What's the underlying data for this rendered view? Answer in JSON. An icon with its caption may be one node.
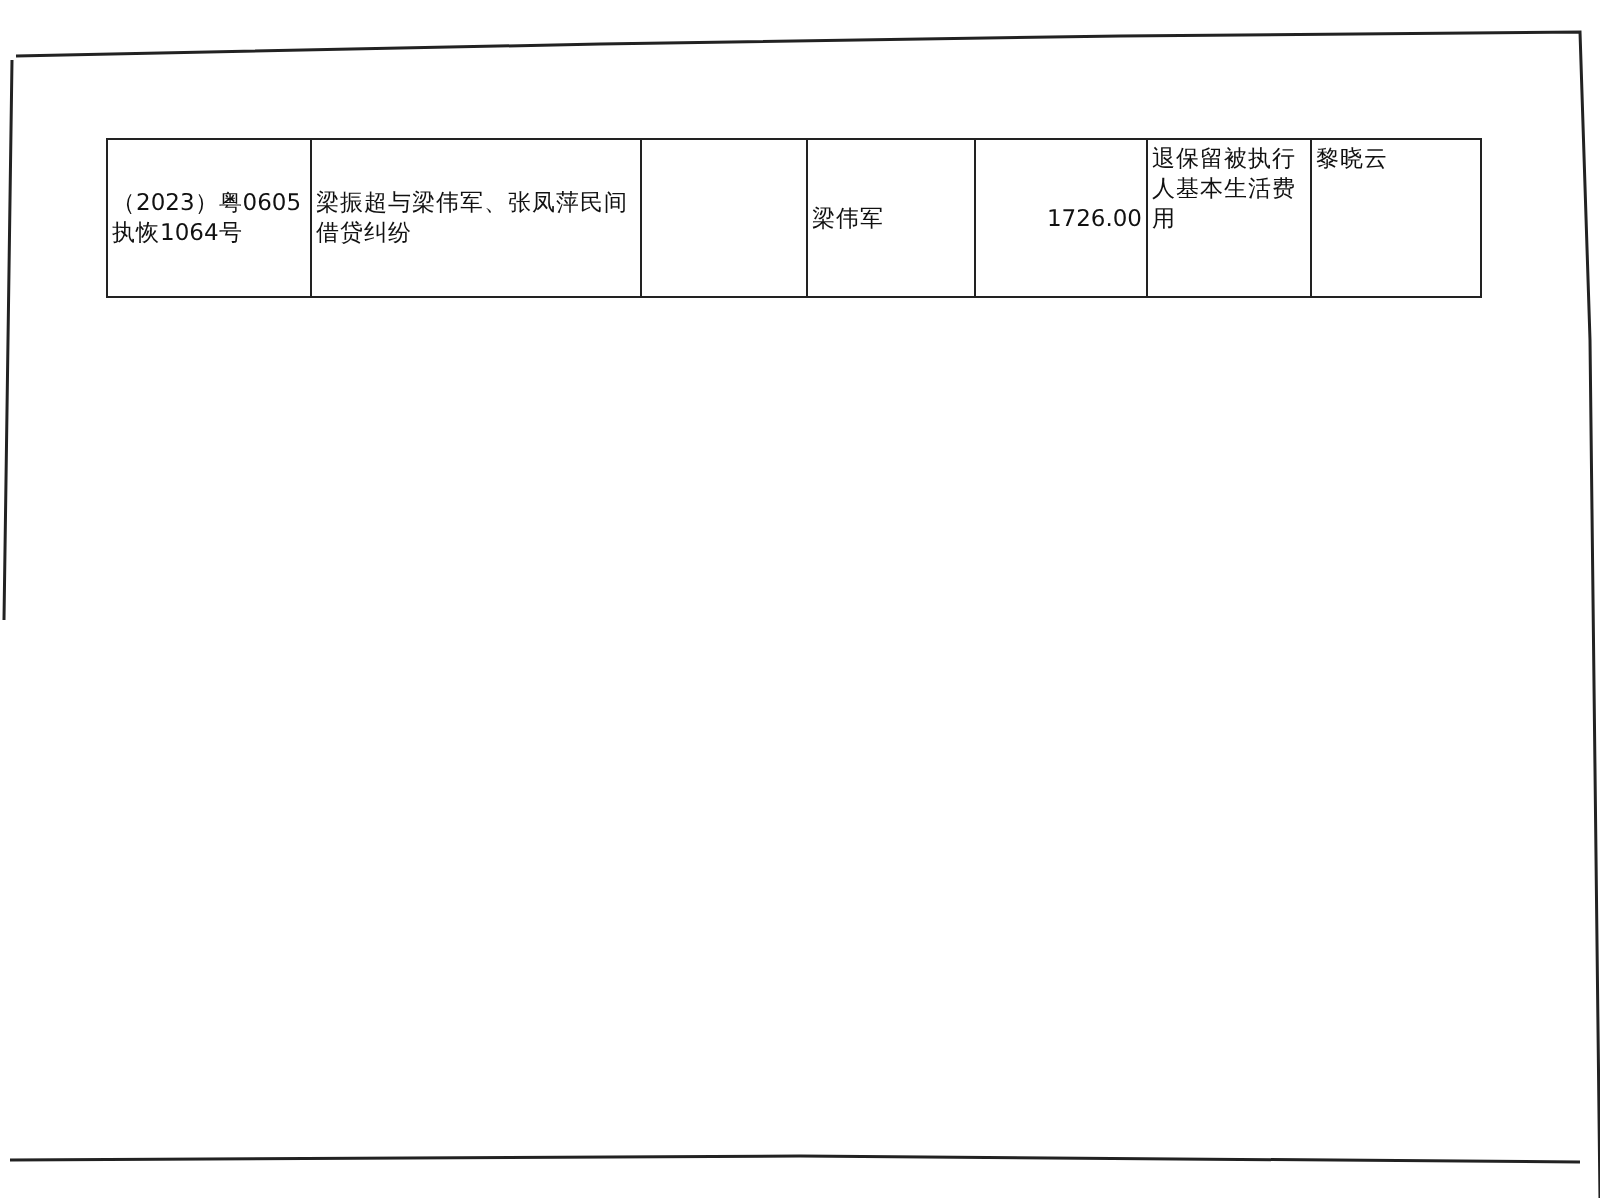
{
  "diagram": {
    "labels": [
      "（2023）粤0605执恢1064号",
      "梁振超与梁伟军、张凤萍民间借贷纠纷",
      "梁伟军",
      "1726.00",
      "退保留被执行人基本生活费用",
      "黎晓云"
    ]
  }
}
